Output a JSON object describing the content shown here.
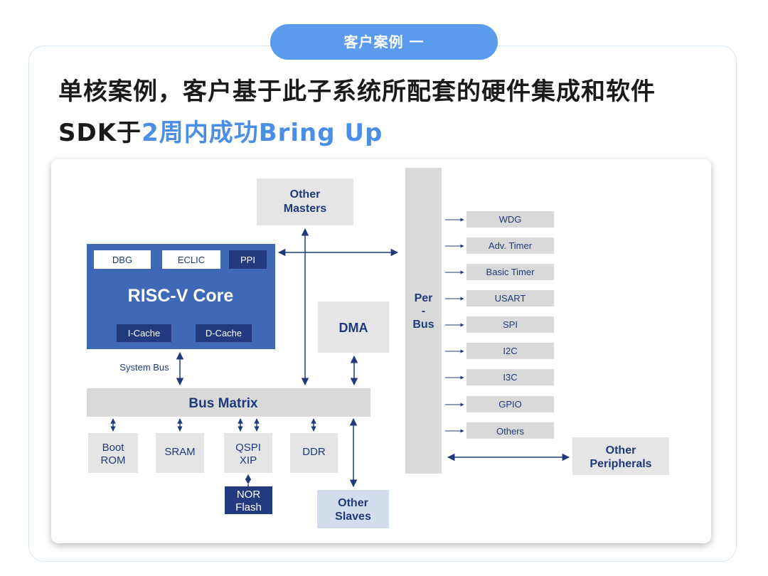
{
  "banner": {
    "label": "客户案例 一"
  },
  "headline": {
    "line1": "单核案例，客户基于此子系统所配套的硬件集成和软件",
    "line2_prefix": "SDK于",
    "line2_accent": "2周内成功Bring Up"
  },
  "diagram": {
    "other_masters": [
      "Other",
      "Masters"
    ],
    "risc_v_core": {
      "title": "RISC-V Core",
      "dbg": "DBG",
      "eclic": "ECLIC",
      "ppi": "PPI",
      "icache": "I-Cache",
      "dcache": "D-Cache"
    },
    "system_bus": "System Bus",
    "dma": "DMA",
    "bus_matrix": "Bus Matrix",
    "per_bus": [
      "Per",
      "-",
      "Bus"
    ],
    "peripherals": [
      "WDG",
      "Adv. Timer",
      "Basic Timer",
      "USART",
      "SPI",
      "I2C",
      "I3C",
      "GPIO",
      "Others"
    ],
    "other_peripherals": [
      "Other",
      "Peripherals"
    ],
    "boot_rom": [
      "Boot",
      "ROM"
    ],
    "sram": "SRAM",
    "qspi_xip": [
      "QSPI",
      "XIP"
    ],
    "ddr": "DDR",
    "nor_flash": [
      "NOR",
      "Flash"
    ],
    "other_slaves": [
      "Other",
      "Slaves"
    ]
  },
  "colors": {
    "core_blue": "#3f68b6",
    "dark_navy": "#243a80",
    "gray_block": "#e5e5e5",
    "light_blue_block": "#d3ddee",
    "arrow_navy": "#1f3a7a",
    "accent": "#4a8ee6"
  }
}
